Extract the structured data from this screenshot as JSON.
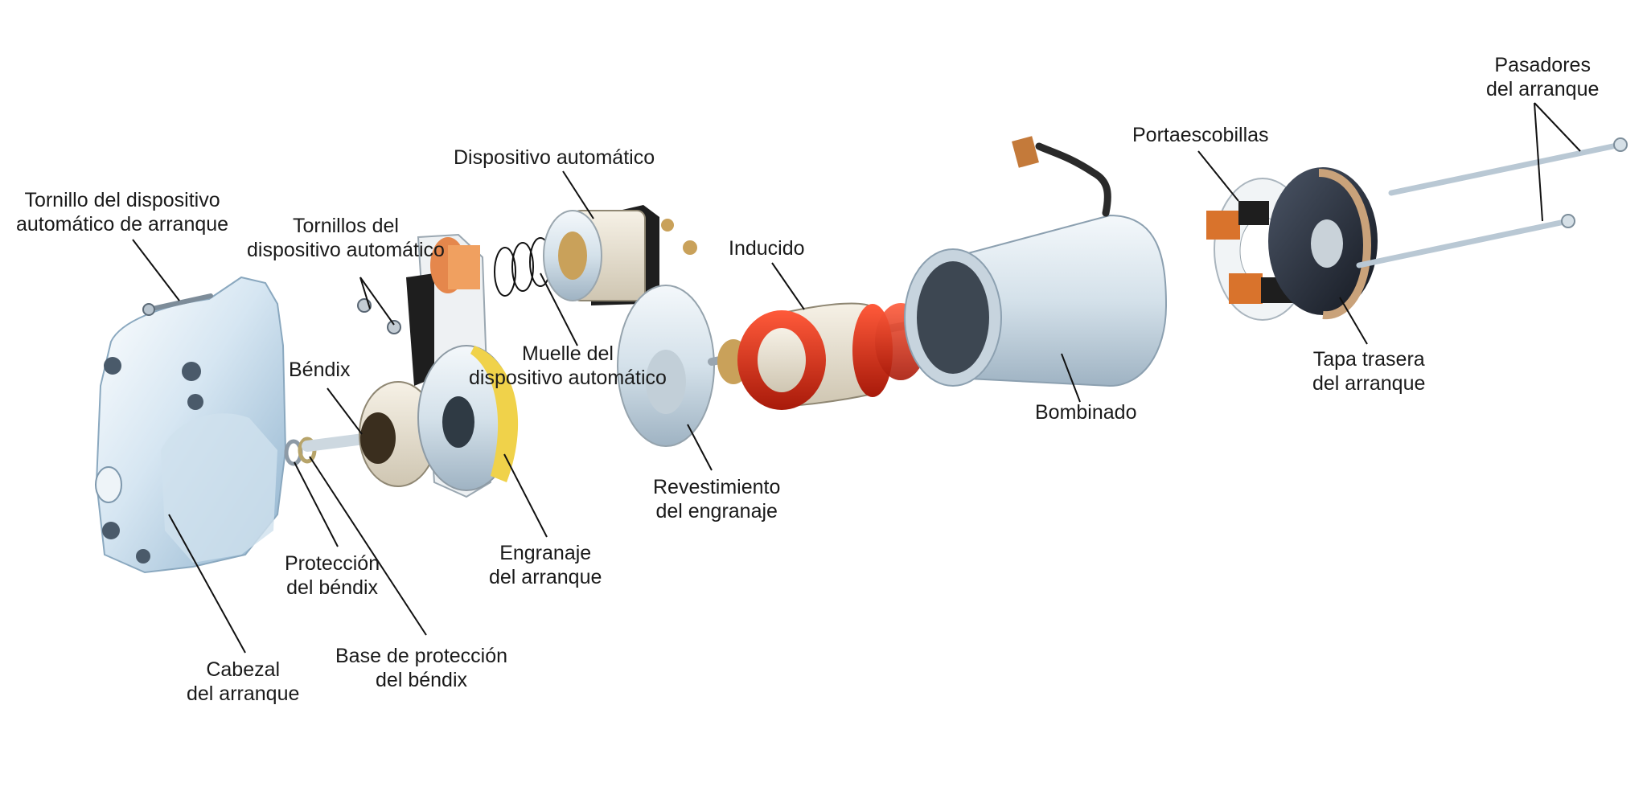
{
  "labels": {
    "tornillo_dispositivo": {
      "line1": "Tornillo del dispositivo",
      "line2": "automático de arranque"
    },
    "tornillos_dispositivo": {
      "line1": "Tornillos del",
      "line2": "dispositivo automático"
    },
    "dispositivo_automatico": {
      "line1": "Dispositivo automático"
    },
    "bendix": {
      "line1": "Béndix"
    },
    "muelle": {
      "line1": "Muelle del",
      "line2": "dispositivo automático"
    },
    "inducido": {
      "line1": "Inducido"
    },
    "portaescobillas": {
      "line1": "Portaescobillas"
    },
    "pasadores": {
      "line1": "Pasadores",
      "line2": "del arranque"
    },
    "tapa_trasera": {
      "line1": "Tapa trasera",
      "line2": "del arranque"
    },
    "bombinado": {
      "line1": "Bombinado"
    },
    "revestimiento": {
      "line1": "Revestimiento",
      "line2": "del engranaje"
    },
    "engranaje": {
      "line1": "Engranaje",
      "line2": "del arranque"
    },
    "proteccion_bendix": {
      "line1": "Protección",
      "line2": "del béndix"
    },
    "base_proteccion": {
      "line1": "Base de protección",
      "line2": "del béndix"
    },
    "cabezal": {
      "line1": "Cabezal",
      "line2": "del arranque"
    }
  },
  "colors": {
    "metal_light": "#dfe9f1",
    "metal_mid": "#a9bccb",
    "copper": "#d9732c",
    "brass": "#c9a15a",
    "yellow_gear": "#f0d24a",
    "dark": "#1c1c1c",
    "leader": "#111111"
  }
}
